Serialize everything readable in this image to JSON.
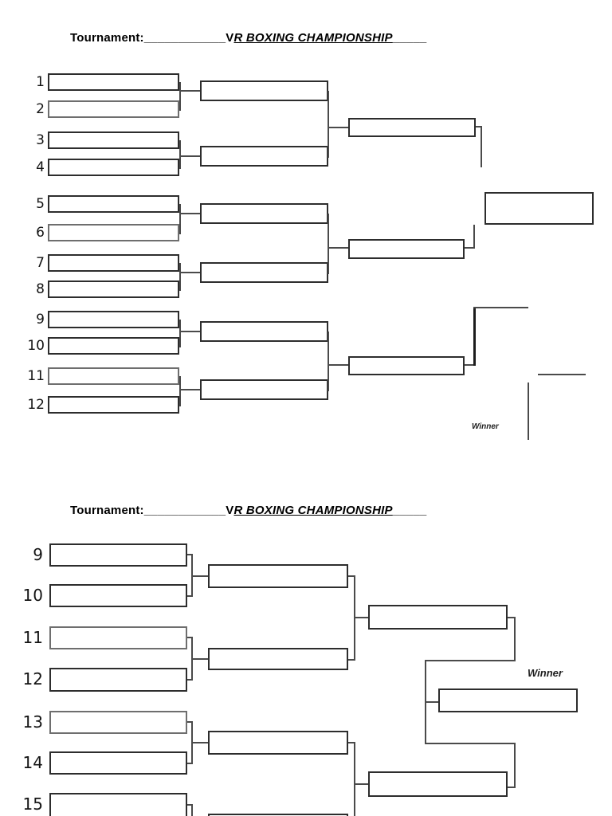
{
  "page1": {
    "title": {
      "label": "Tournament:",
      "blank": "____________",
      "value_start": "V",
      "value_rest": "R BOXING CHAMPIONSHIP",
      "trailing": "_____"
    },
    "slots": [
      "1",
      "2",
      "3",
      "4",
      "5",
      "6",
      "7",
      "8",
      "9",
      "10",
      "11",
      "12"
    ],
    "winner_label": "Winner"
  },
  "page2": {
    "title": {
      "label": "Tournament:",
      "blank": "____________",
      "value_start": "V",
      "value_rest": "R BOXING CHAMPIONSHIP",
      "trailing": "_____"
    },
    "slots": [
      "9",
      "10",
      "11",
      "12",
      "13",
      "14",
      "15"
    ],
    "winner_label": "Winner"
  }
}
